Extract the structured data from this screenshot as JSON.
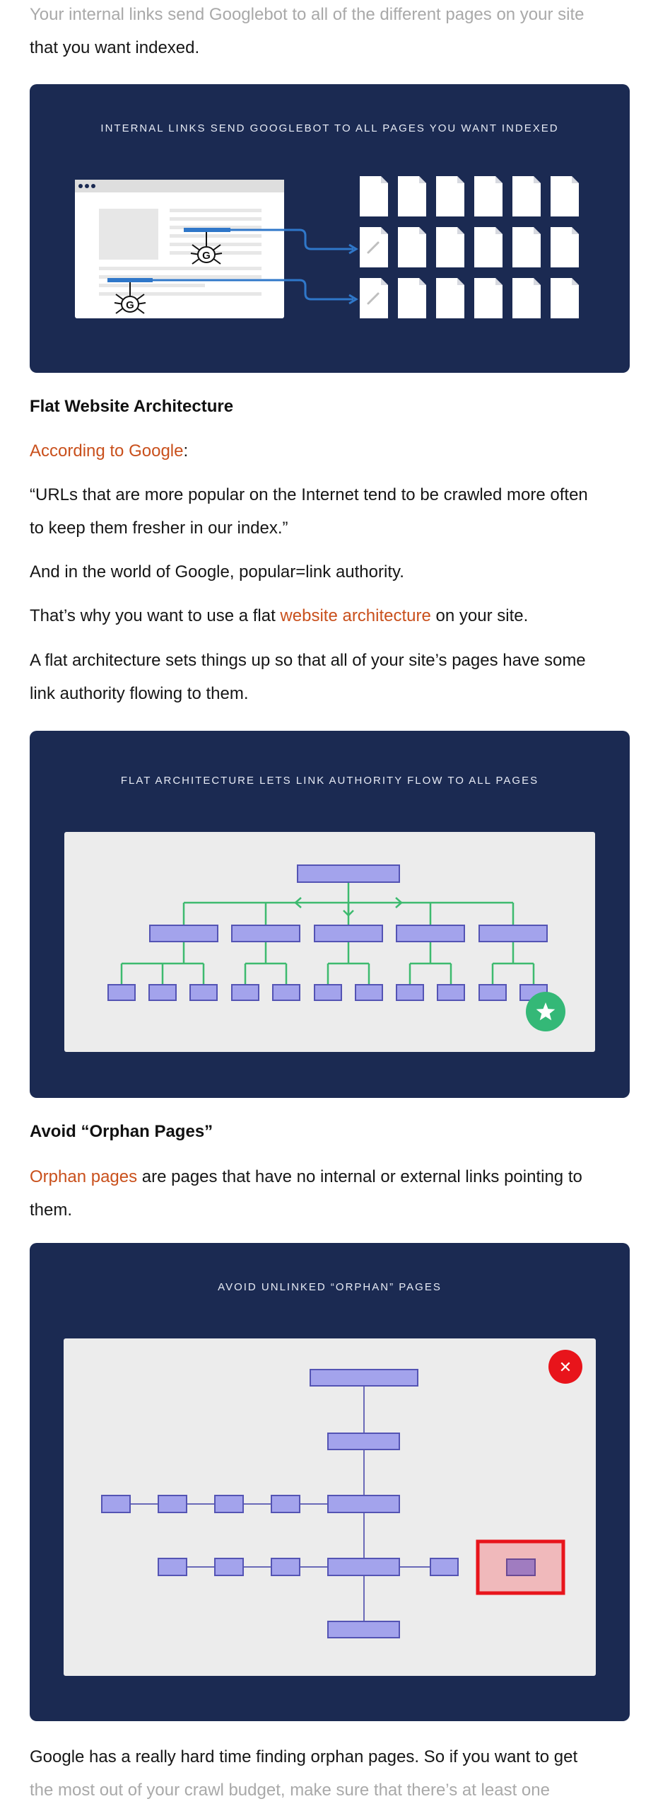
{
  "intro": {
    "line1": "Your internal links send Googlebot to all of the different pages on your site",
    "line2": "that you want indexed."
  },
  "figure1": {
    "title": "INTERNAL LINKS SEND GOOGLEBOT TO ALL PAGES YOU WANT INDEXED",
    "bot_glyph": "G"
  },
  "section_flat": {
    "heading": "Flat Website Architecture",
    "source_link": "According to Google",
    "source_suffix": ":",
    "quote_line1": "“URLs that are more popular on the Internet tend to be crawled more often",
    "quote_line2": "to keep them fresher in our index.”",
    "p2": "And in the world of Google, popular=link authority.",
    "p3_before": "That’s why you want to use a flat ",
    "p3_link": "website architecture",
    "p3_after": " on your site.",
    "p4_line1": "A flat architecture sets things up so that all of your site’s pages have some",
    "p4_line2": "link authority flowing to them."
  },
  "figure2": {
    "title": "FLAT ARCHITECTURE LETS LINK AUTHORITY FLOW TO ALL PAGES",
    "badge_icon": "star-icon"
  },
  "section_orphan": {
    "heading": "Avoid “Orphan Pages”",
    "p1_link": "Orphan pages",
    "p1_line1_rest": " are pages that have no internal or external links pointing to",
    "p1_line2": "them."
  },
  "figure3": {
    "title": "AVOID UNLINKED “ORPHAN” PAGES",
    "close_glyph": "✕"
  },
  "outro": {
    "line1": "Google has a really hard time finding orphan pages. So if you want to get",
    "line2": "the most out of your crawl budget, make sure that there’s at least one"
  },
  "colors": {
    "panel": "#1b2a52",
    "link": "#c9501c",
    "node_fill": "#a3a3ec",
    "tree_lines": "#3dba6f",
    "arrow_blue": "#2f77c9",
    "orphan_red": "#e8141b"
  }
}
